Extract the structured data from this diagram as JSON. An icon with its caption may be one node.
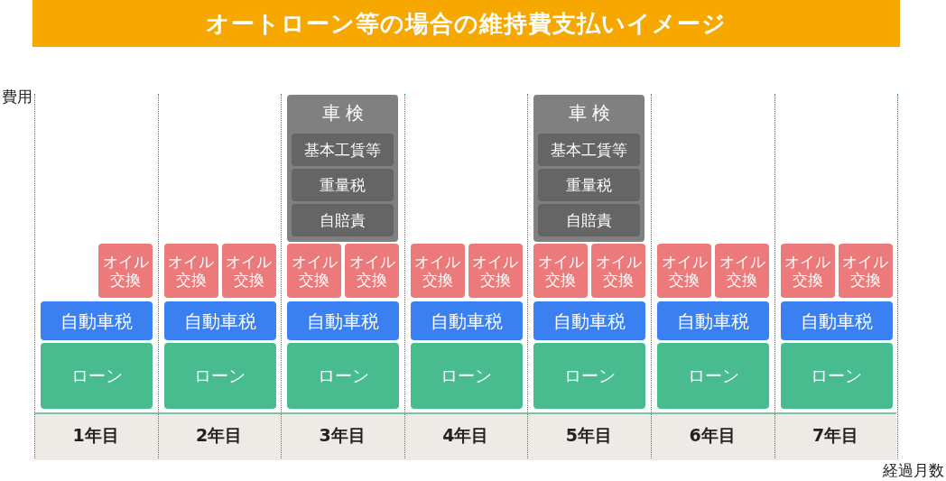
{
  "diagram": {
    "title": "オートローン等の場合の維持費支払いイメージ",
    "nodes": [
      {
        "text": [
          "オイル交換"
        ]
      },
      {
        "text": [
          "自動車税"
        ]
      },
      {
        "text": [
          "ローン"
        ]
      },
      {
        "text": [
          "オイル交換"
        ]
      },
      {
        "text": [
          "オイル交換"
        ]
      },
      {
        "text": [
          "自動車税"
        ]
      },
      {
        "text": [
          "ローン"
        ]
      },
      {
        "text": [
          "車検"
        ]
      },
      {
        "text": [
          "基本工賃等"
        ],
        "in": 7
      },
      {
        "text": [
          "重量税"
        ],
        "in": 7
      },
      {
        "text": [
          "自賠責"
        ],
        "in": 7
      },
      {
        "text": [
          "オイル交換"
        ]
      },
      {
        "text": [
          "オイル交換"
        ]
      },
      {
        "text": [
          "自動車税"
        ]
      },
      {
        "text": [
          "ローン"
        ]
      },
      {
        "text": [
          "オイル交換"
        ]
      },
      {
        "text": [
          "オイル交換"
        ]
      },
      {
        "text": [
          "自動車税"
        ]
      },
      {
        "text": [
          "ローン"
        ]
      },
      {
        "text": [
          "車検"
        ]
      },
      {
        "text": [
          "基本工賃等"
        ],
        "in": 19
      },
      {
        "text": [
          "重量税"
        ],
        "in": 19
      },
      {
        "text": [
          "自賠責"
        ],
        "in": 19
      },
      {
        "text": [
          "オイル交換"
        ]
      },
      {
        "text": [
          "オイル交換"
        ]
      },
      {
        "text": [
          "自動車税"
        ]
      },
      {
        "text": [
          "ローン"
        ]
      },
      {
        "text": [
          "オイル交換"
        ]
      },
      {
        "text": [
          "オイル交換"
        ]
      },
      {
        "text": [
          "自動車税"
        ]
      },
      {
        "text": [
          "ローン"
        ]
      },
      {
        "text": [
          "オイル交換"
        ]
      },
      {
        "text": [
          "オイル交換"
        ]
      },
      {
        "text": [
          "自動車税"
        ]
      },
      {
        "text": [
          "ローン"
        ]
      }
    ],
    "labels": [
      "費用",
      "1年目",
      "2年目",
      "3年目",
      "4年目",
      "5年目",
      "6年目",
      "7年目",
      "経過月数"
    ]
  }
}
